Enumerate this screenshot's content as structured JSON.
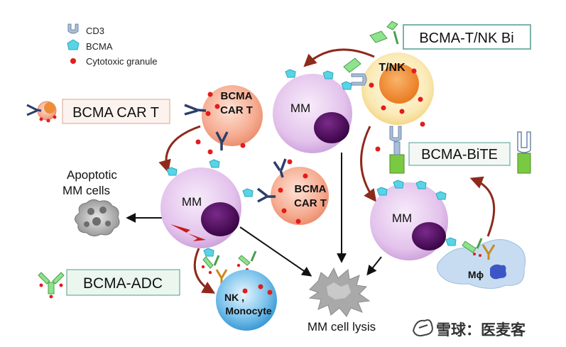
{
  "legend": {
    "cd3": "CD3",
    "bcma": "BCMA",
    "granule": "Cytotoxic granule"
  },
  "boxes": {
    "car_t": "BCMA CAR T",
    "tnk_bi": "BCMA-T/NK Bi",
    "bite": "BCMA-BiTE",
    "adc": "BCMA-ADC"
  },
  "cells": {
    "car_t_top_line1": "BCMA",
    "car_t_top_line2": "CAR T",
    "car_t_mid_line1": "BCMA",
    "car_t_mid_line2": "CAR T",
    "mm_top": "MM",
    "mm_left": "MM",
    "mm_right": "MM",
    "tnk": "T/NK",
    "nk_line1": "NK ,",
    "nk_line2": "Monocyte",
    "macrophage": "Mϕ"
  },
  "labels": {
    "apoptotic_line1": "Apoptotic",
    "apoptotic_line2": "MM cells",
    "lysis": "MM cell lysis"
  },
  "watermark": {
    "text": "雪球：医麦客"
  },
  "colors": {
    "mm_fill": "#e7c7ef",
    "nucleus": "#4a0a57",
    "car_t": "#f4a286",
    "tnk_outer": "#fbe7ad",
    "tnk_inner": "#f08c36",
    "nk": "#4aa6de",
    "bcma": "#58d4e6",
    "granule": "#e41c1c",
    "arrow_red": "#8e2a1c",
    "box_border": "#4e9c8d"
  }
}
